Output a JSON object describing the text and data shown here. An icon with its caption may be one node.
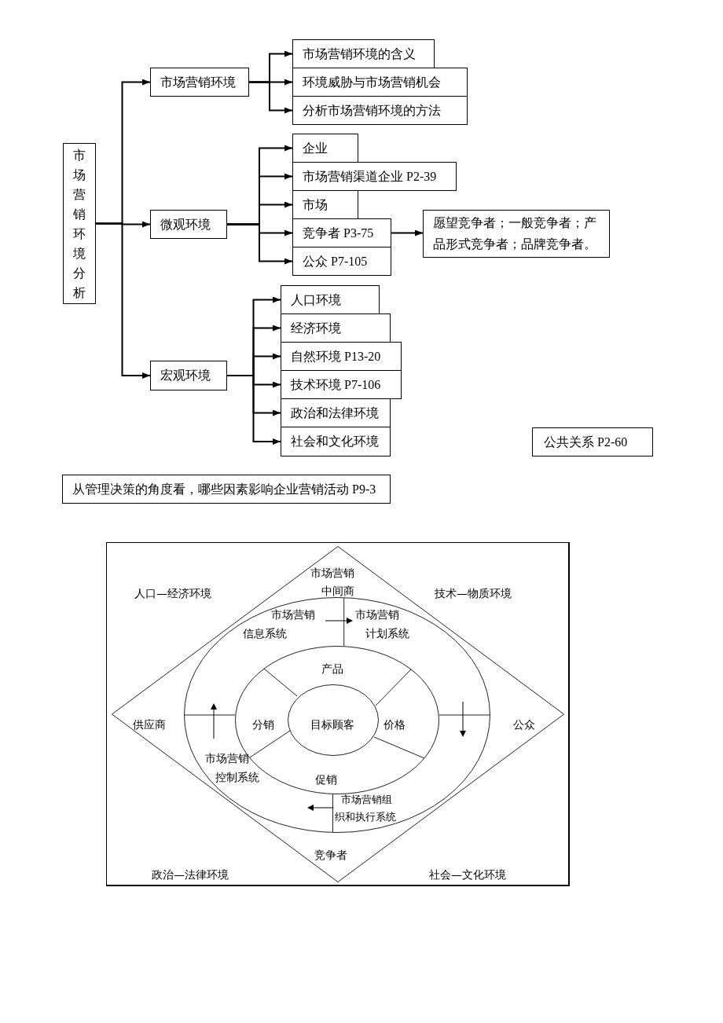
{
  "diagram": {
    "nodes": [
      {
        "text": [
          "市场营销环境分析"
        ]
      },
      {
        "text": [
          "市场营销环境"
        ]
      },
      {
        "text": [
          "市场营销环境的含义"
        ]
      },
      {
        "text": [
          "环境威胁与市场营销机会"
        ]
      },
      {
        "text": [
          "分析市场营销环境的方法"
        ]
      },
      {
        "text": [
          "微观环境"
        ]
      },
      {
        "text": [
          "企业"
        ]
      },
      {
        "text": [
          "市场营销渠道企业 P2-39"
        ]
      },
      {
        "text": [
          "市场"
        ]
      },
      {
        "text": [
          "竞争者 P3-75"
        ]
      },
      {
        "text": [
          "公众 P7-105"
        ]
      },
      {
        "text": [
          "愿望竞争者；一般竞争者；产品形式竞争者；品牌竞争者。"
        ]
      },
      {
        "text": [
          "宏观环境"
        ]
      },
      {
        "text": [
          "人口环境"
        ]
      },
      {
        "text": [
          "经济环境"
        ]
      },
      {
        "text": [
          "自然环境 P13-20"
        ]
      },
      {
        "text": [
          "技术环境 P7-106"
        ]
      },
      {
        "text": [
          "政治和法律环境"
        ]
      },
      {
        "text": [
          "社会和文化环境"
        ]
      },
      {
        "text": [
          "公共关系 P2-60"
        ]
      },
      {
        "text": [
          "从管理决策的角度看，哪些因素影响企业营销活动 P9-3"
        ]
      },
      {
        "text": [
          "人口—经济环境",
          "技术—物质环境",
          "政治—法律环境",
          "社会—文化环境"
        ]
      },
      {
        "text": [
          "市场营销中间商",
          "供应商",
          "公众",
          "竞争者"
        ],
        "in": 21
      },
      {
        "text": [
          "市场营销信息系统",
          "市场营销计划系统",
          "市场营销控制系统",
          "市场营销组织和执行系统"
        ],
        "in": 22
      },
      {
        "text": [
          "产品",
          "分销",
          "价格",
          "促销"
        ],
        "in": 23
      },
      {
        "text": [
          "目标顾客"
        ],
        "in": 24
      }
    ],
    "edges": [
      {
        "from": 0,
        "to": 1,
        "arrow": "to"
      },
      {
        "from": 0,
        "to": 5,
        "arrow": "to"
      },
      {
        "from": 0,
        "to": 12,
        "arrow": "to"
      },
      {
        "from": 1,
        "to": 2,
        "arrow": "to"
      },
      {
        "from": 1,
        "to": 3,
        "arrow": "to"
      },
      {
        "from": 1,
        "to": 4,
        "arrow": "to"
      },
      {
        "from": 5,
        "to": 6,
        "arrow": "to"
      },
      {
        "from": 5,
        "to": 7,
        "arrow": "to"
      },
      {
        "from": 5,
        "to": 8,
        "arrow": "to"
      },
      {
        "from": 5,
        "to": 9,
        "arrow": "to"
      },
      {
        "from": 5,
        "to": 10,
        "arrow": "to"
      },
      {
        "from": 9,
        "to": 11,
        "arrow": "to"
      },
      {
        "from": 12,
        "to": 13,
        "arrow": "to"
      },
      {
        "from": 12,
        "to": 14,
        "arrow": "to"
      },
      {
        "from": 12,
        "to": 15,
        "arrow": "to"
      },
      {
        "from": 12,
        "to": 16,
        "arrow": "to"
      },
      {
        "from": 12,
        "to": 17,
        "arrow": "to"
      },
      {
        "from": 12,
        "to": 18,
        "arrow": "to"
      }
    ]
  }
}
